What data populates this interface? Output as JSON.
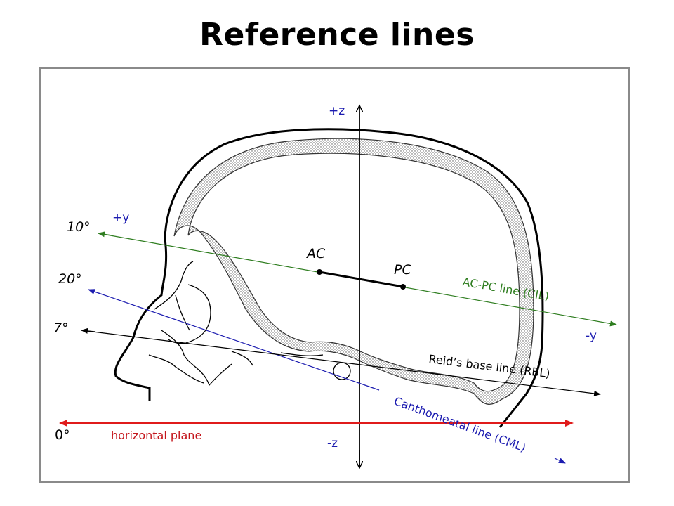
{
  "title": "Reference lines",
  "axes": {
    "z_pos": "+z",
    "z_neg": "-z",
    "y_pos": "+y",
    "y_neg": "-y"
  },
  "points": {
    "ac": "AC",
    "pc": "PC"
  },
  "angles": {
    "a10": "10°",
    "a20": "20°",
    "a7": "7°",
    "a0": "0°"
  },
  "lines": {
    "acpc": {
      "label": "AC-PC line (CIL)",
      "color": "#2e7d1f"
    },
    "rbl": {
      "label": "Reid’s base line (RBL)",
      "color": "#000000"
    },
    "cml": {
      "label": "Canthomeatal line (CML)",
      "color": "#1c1cb0"
    },
    "horizontal": {
      "label": "horizontal plane",
      "color": "#e01b1b"
    }
  }
}
